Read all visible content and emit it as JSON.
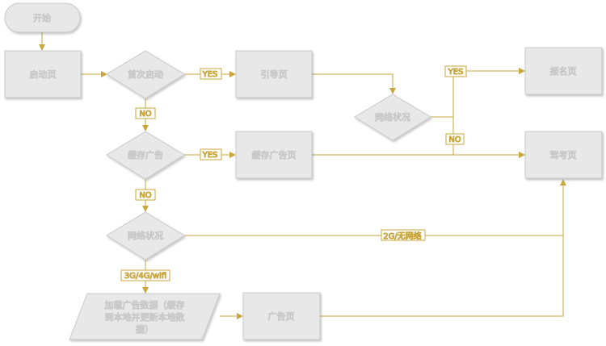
{
  "nodes": {
    "start": "开始",
    "launch": "启动页",
    "first_launch": "首次启动",
    "guide": "引导页",
    "network_check_top": "网络状况",
    "signup": "报名页",
    "cached_ad": "缓存广告",
    "cached_ad_page": "缓存广告页",
    "exam_page": "驾考页",
    "network_check": "网络状况",
    "load_ad_line1": "加载广告数据（缓存",
    "load_ad_line2": "到本地并更新本地数",
    "load_ad_line3": "据）",
    "ad_page": "广告页"
  },
  "edges": {
    "first_yes": "YES",
    "first_no": "NO",
    "cache_yes": "YES",
    "cache_no": "NO",
    "net_top_yes": "YES",
    "net_top_no": "NO",
    "net_slow": "2G/无网络",
    "net_fast": "3G/4G/wifi"
  },
  "colors": {
    "node_fill": "#e8e8e8",
    "node_stroke": "#c9c9c9",
    "edge": "#c8a73e",
    "edge_label": "#b8962e"
  }
}
